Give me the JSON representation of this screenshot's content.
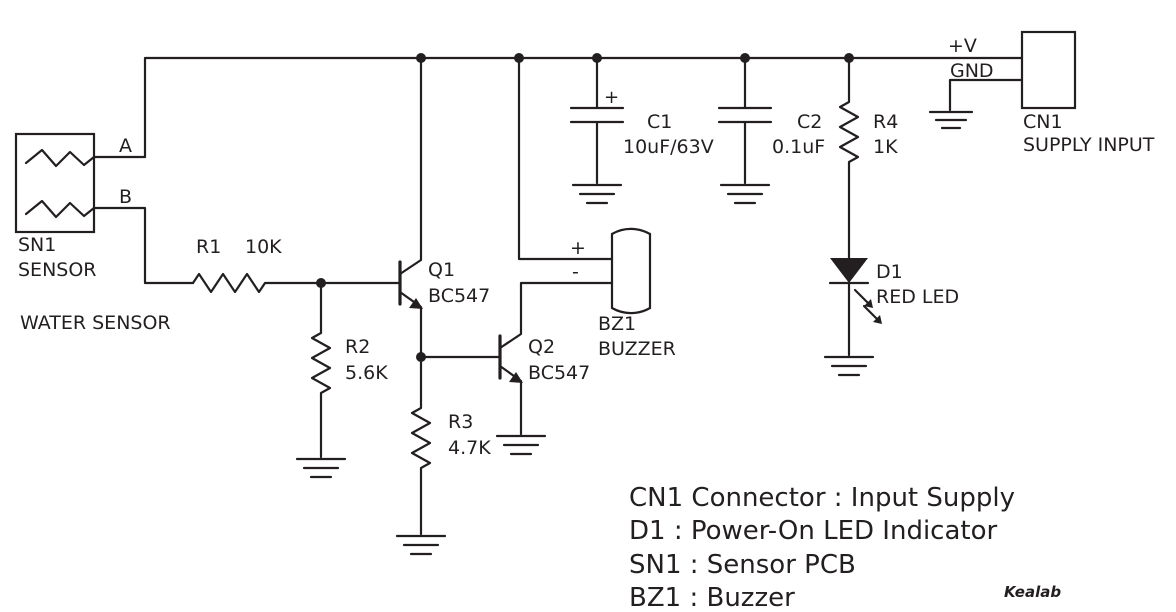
{
  "labels": {
    "net_a": "A",
    "net_b": "B",
    "sn1_ref": "SN1",
    "sn1_name": "SENSOR",
    "water_sensor": "WATER SENSOR",
    "r1_ref": "R1",
    "r1_value": "10K",
    "r2_ref": "R2",
    "r2_value": "5.6K",
    "r3_ref": "R3",
    "r3_value": "4.7K",
    "r4_ref": "R4",
    "r4_value": "1K",
    "q1_ref": "Q1",
    "q1_value": "BC547",
    "q2_ref": "Q2",
    "q2_value": "BC547",
    "bz1_ref": "BZ1",
    "bz1_name": "BUZZER",
    "bz_plus": "+",
    "bz_minus": "-",
    "c1_ref": "C1",
    "c1_value": "10uF/63V",
    "c1_plus": "+",
    "c2_ref": "C2",
    "c2_value": "0.1uF",
    "d1_ref": "D1",
    "d1_name": "RED LED",
    "supply_v": "+V",
    "supply_gnd": "GND",
    "cn1_ref": "CN1",
    "cn1_name": "SUPPLY INPUT"
  },
  "legend": [
    "CN1 Connector : Input Supply",
    "D1 : Power-On LED Indicator",
    "SN1 : Sensor PCB",
    "BZ1 : Buzzer"
  ],
  "brand": "Kealab"
}
